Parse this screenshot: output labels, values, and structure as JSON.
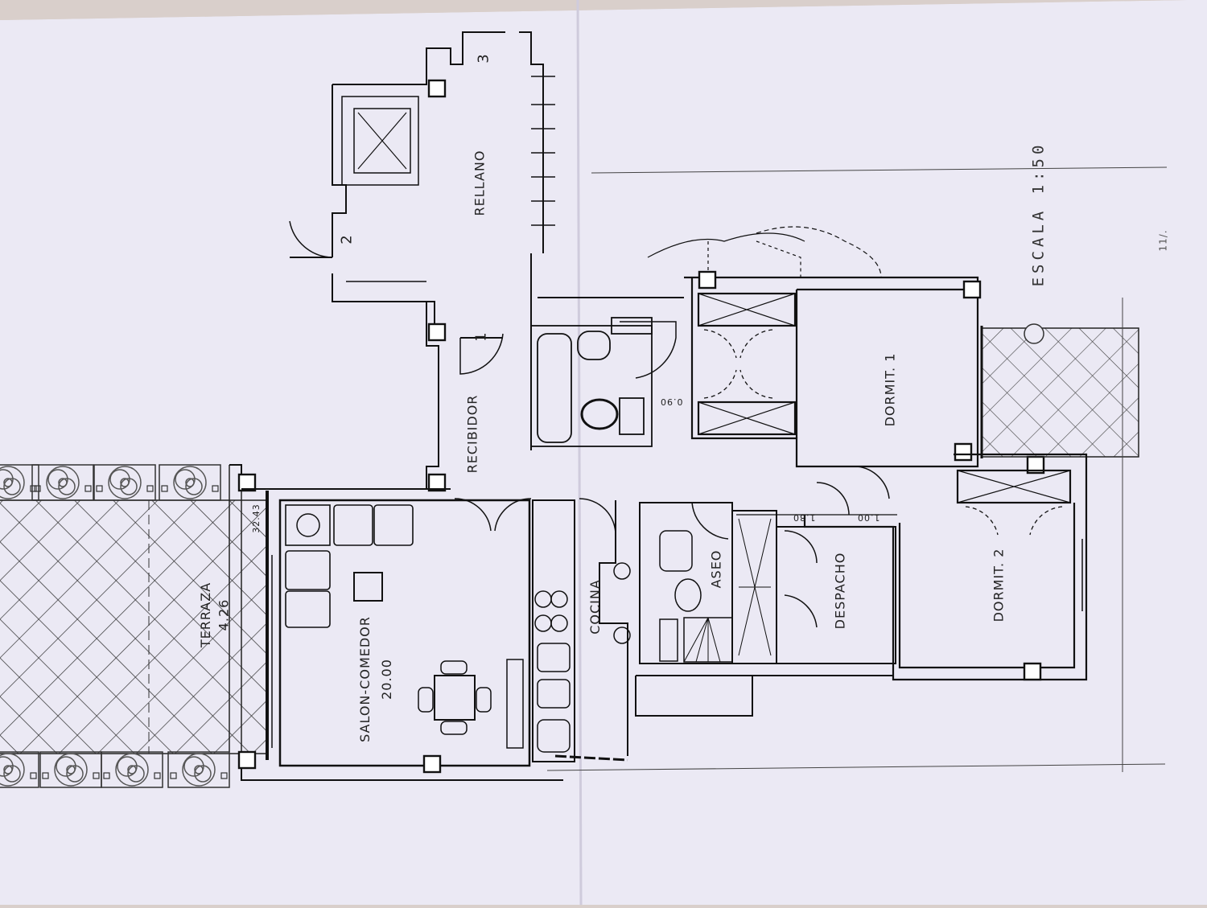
{
  "plan": {
    "rooms": [
      {
        "id": "rellano",
        "name": "RELLANO"
      },
      {
        "id": "recibidor",
        "name": "RECIBIDOR"
      },
      {
        "id": "salon",
        "name": "SALON-COMEDOR",
        "area": "20.00"
      },
      {
        "id": "terraza",
        "name": "TERRAZA",
        "area": "4.26"
      },
      {
        "id": "cocina",
        "name": "COCINA"
      },
      {
        "id": "aseo",
        "name": "ASEO"
      },
      {
        "id": "despacho",
        "name": "DESPACHO"
      },
      {
        "id": "dormit1",
        "name": "DORMIT. 1"
      },
      {
        "id": "dormit2",
        "name": "DORMIT. 2"
      }
    ],
    "scale": "ESCALA 1:50",
    "markers": [
      "1",
      "2",
      "3"
    ],
    "dimensions": [
      "32.43",
      "0.90",
      "1.80",
      "1.00"
    ],
    "annotation": "11/."
  },
  "colors": {
    "paper": "#ebe9f4",
    "table": "#d9cfcb",
    "ink": "#1e1e1e"
  }
}
